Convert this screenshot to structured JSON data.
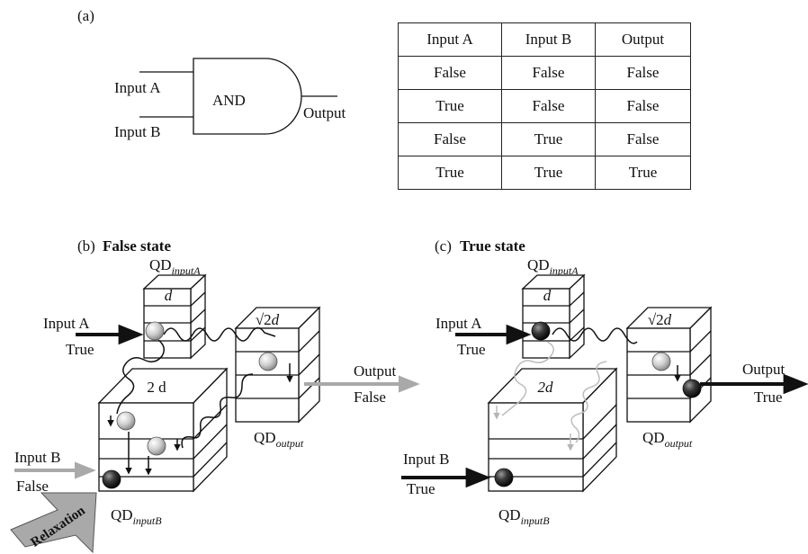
{
  "panel_a": {
    "label": "(a)",
    "gate_label": "AND",
    "input_a": "Input A",
    "input_b": "Input B",
    "output": "Output"
  },
  "truth_table": {
    "headers": [
      "Input A",
      "Input B",
      "Output"
    ],
    "rows": [
      [
        "False",
        "False",
        "False"
      ],
      [
        "True",
        "False",
        "False"
      ],
      [
        "False",
        "True",
        "False"
      ],
      [
        "True",
        "True",
        "True"
      ]
    ]
  },
  "panel_b": {
    "label": "(b)",
    "title": "False state",
    "qd_input_a": "QD",
    "qd_input_a_sub": "inputA",
    "qd_input_a_size": "d",
    "qd_input_b_size": "2 d",
    "qd_output_size_root": "√2",
    "qd_output_size_d": "d",
    "qd_output": "QD",
    "qd_output_sub": "output",
    "qd_input_b": "QD",
    "qd_input_b_sub": "inputB",
    "input_a": "Input A",
    "input_a_value": "True",
    "input_b": "Input B",
    "input_b_value": "False",
    "output": "Output",
    "output_value": "False",
    "relaxation": "Relaxation"
  },
  "panel_c": {
    "label": "(c)",
    "title": "True state",
    "qd_input_a": "QD",
    "qd_input_a_sub": "inputA",
    "qd_input_a_size": "d",
    "qd_input_b_size": "2d",
    "qd_output_size_root": "√2",
    "qd_output_size_d": "d",
    "qd_output": "QD",
    "qd_output_sub": "output",
    "qd_input_b": "QD",
    "qd_input_b_sub": "inputB",
    "input_a": "Input A",
    "input_a_value": "True",
    "input_b": "Input B",
    "input_b_value": "True",
    "output": "Output",
    "output_value": "True"
  },
  "colors": {
    "line": "#111111",
    "gray_arrow": "#a9a9a9",
    "light_wave": "#bdbdbd",
    "sphere_light": "#d9d9d9",
    "sphere_dark": "#333333"
  }
}
